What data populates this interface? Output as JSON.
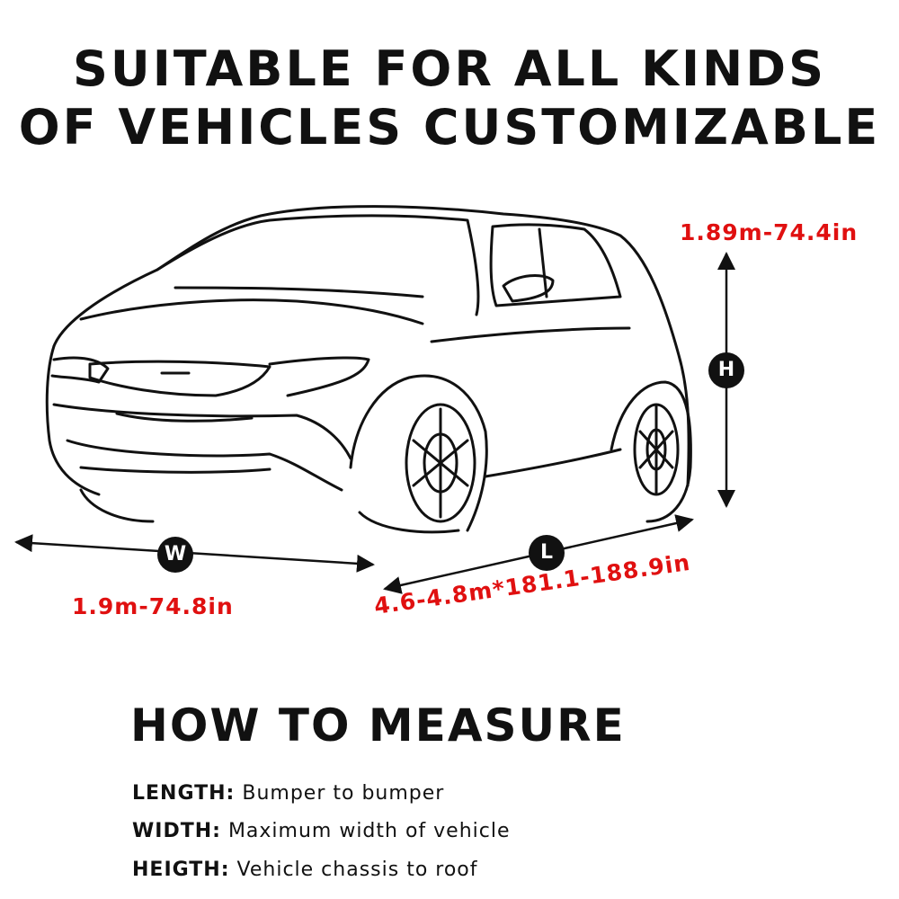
{
  "headline": {
    "line1": "SUITABLE FOR ALL KINDS",
    "line2": "OF VEHICLES CUSTOMIZABLE"
  },
  "dimensions": {
    "height": {
      "badge": "H",
      "value": "1.89m-74.4in"
    },
    "width": {
      "badge": "W",
      "value": "1.9m-74.8in"
    },
    "length": {
      "badge": "L",
      "value": "4.6-4.8m*181.1-188.9in"
    }
  },
  "how_to_measure": {
    "title": "HOW TO MEASURE",
    "rows": [
      {
        "term": "LENGTH:",
        "desc": "Bumper to bumper"
      },
      {
        "term": "WIDTH:",
        "desc": "Maximum width of vehicle"
      },
      {
        "term": "HEIGTH:",
        "desc": "Vehicle chassis to roof"
      }
    ]
  },
  "colors": {
    "dimension_text": "#e01010",
    "text": "#111111",
    "background": "#ffffff"
  }
}
